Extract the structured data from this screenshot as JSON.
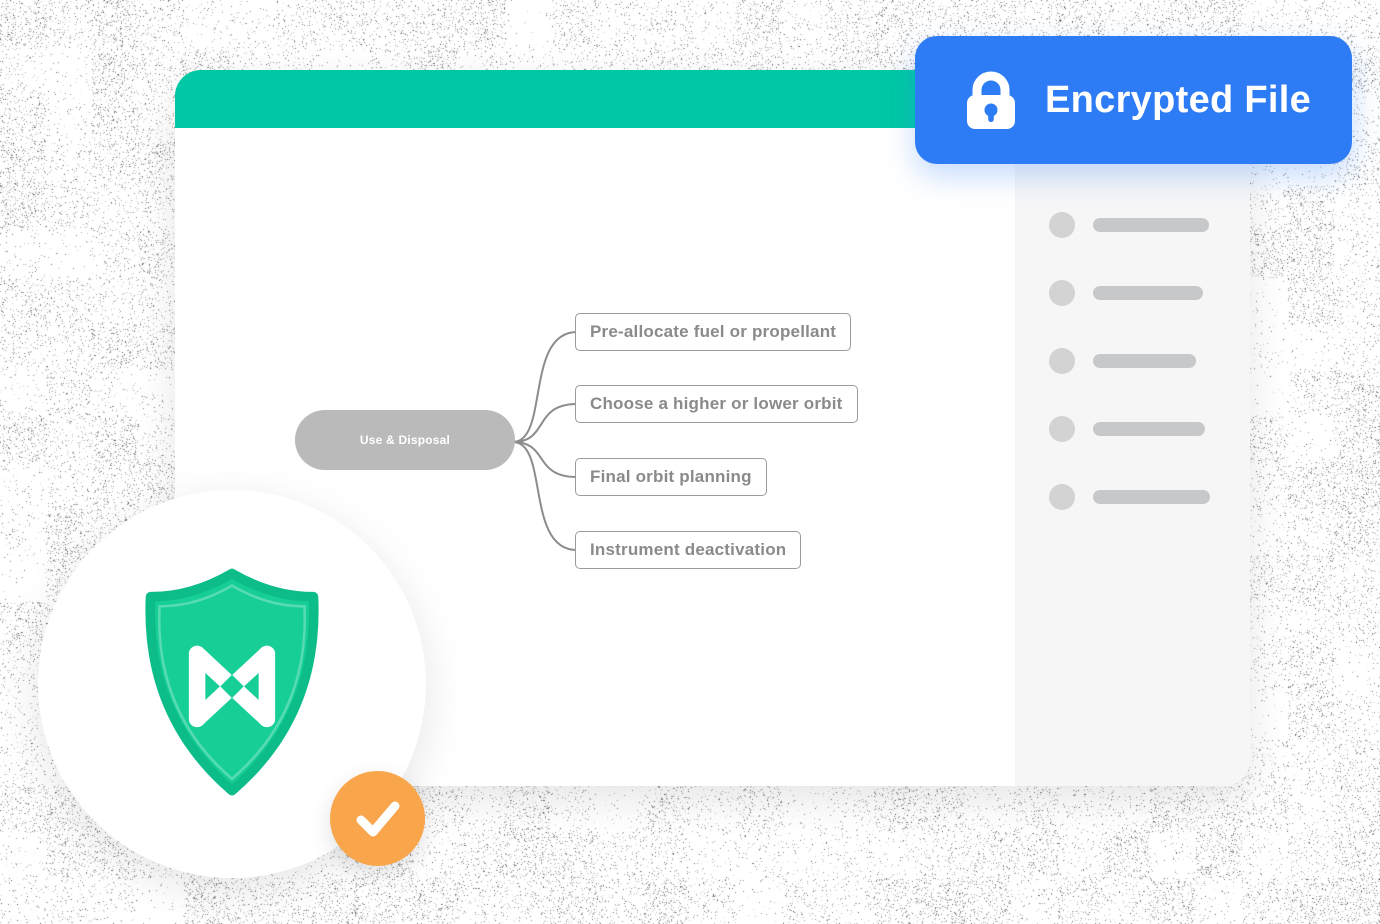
{
  "badge": {
    "label": "Encrypted File",
    "icon": "lock-icon"
  },
  "mindmap": {
    "central": {
      "label": "Use & Disposal"
    },
    "children": [
      {
        "label": "Pre-allocate fuel or propellant"
      },
      {
        "label": "Choose a higher or lower orbit"
      },
      {
        "label": "Final orbit planning"
      },
      {
        "label": "Instrument deactivation"
      }
    ]
  },
  "outline_panel": {
    "skeleton_row_count": 5
  },
  "logo": {
    "shield_icon": "shield-logo-icon",
    "check_icon": "checkmark-icon"
  },
  "colors": {
    "header_teal": "#00C7A4",
    "badge_blue": "#2E7CF5",
    "shield_green": "#16CE96",
    "shield_border": "#0CBD89",
    "check_orange": "#F8A54B",
    "node_gray": "#BABABA"
  }
}
